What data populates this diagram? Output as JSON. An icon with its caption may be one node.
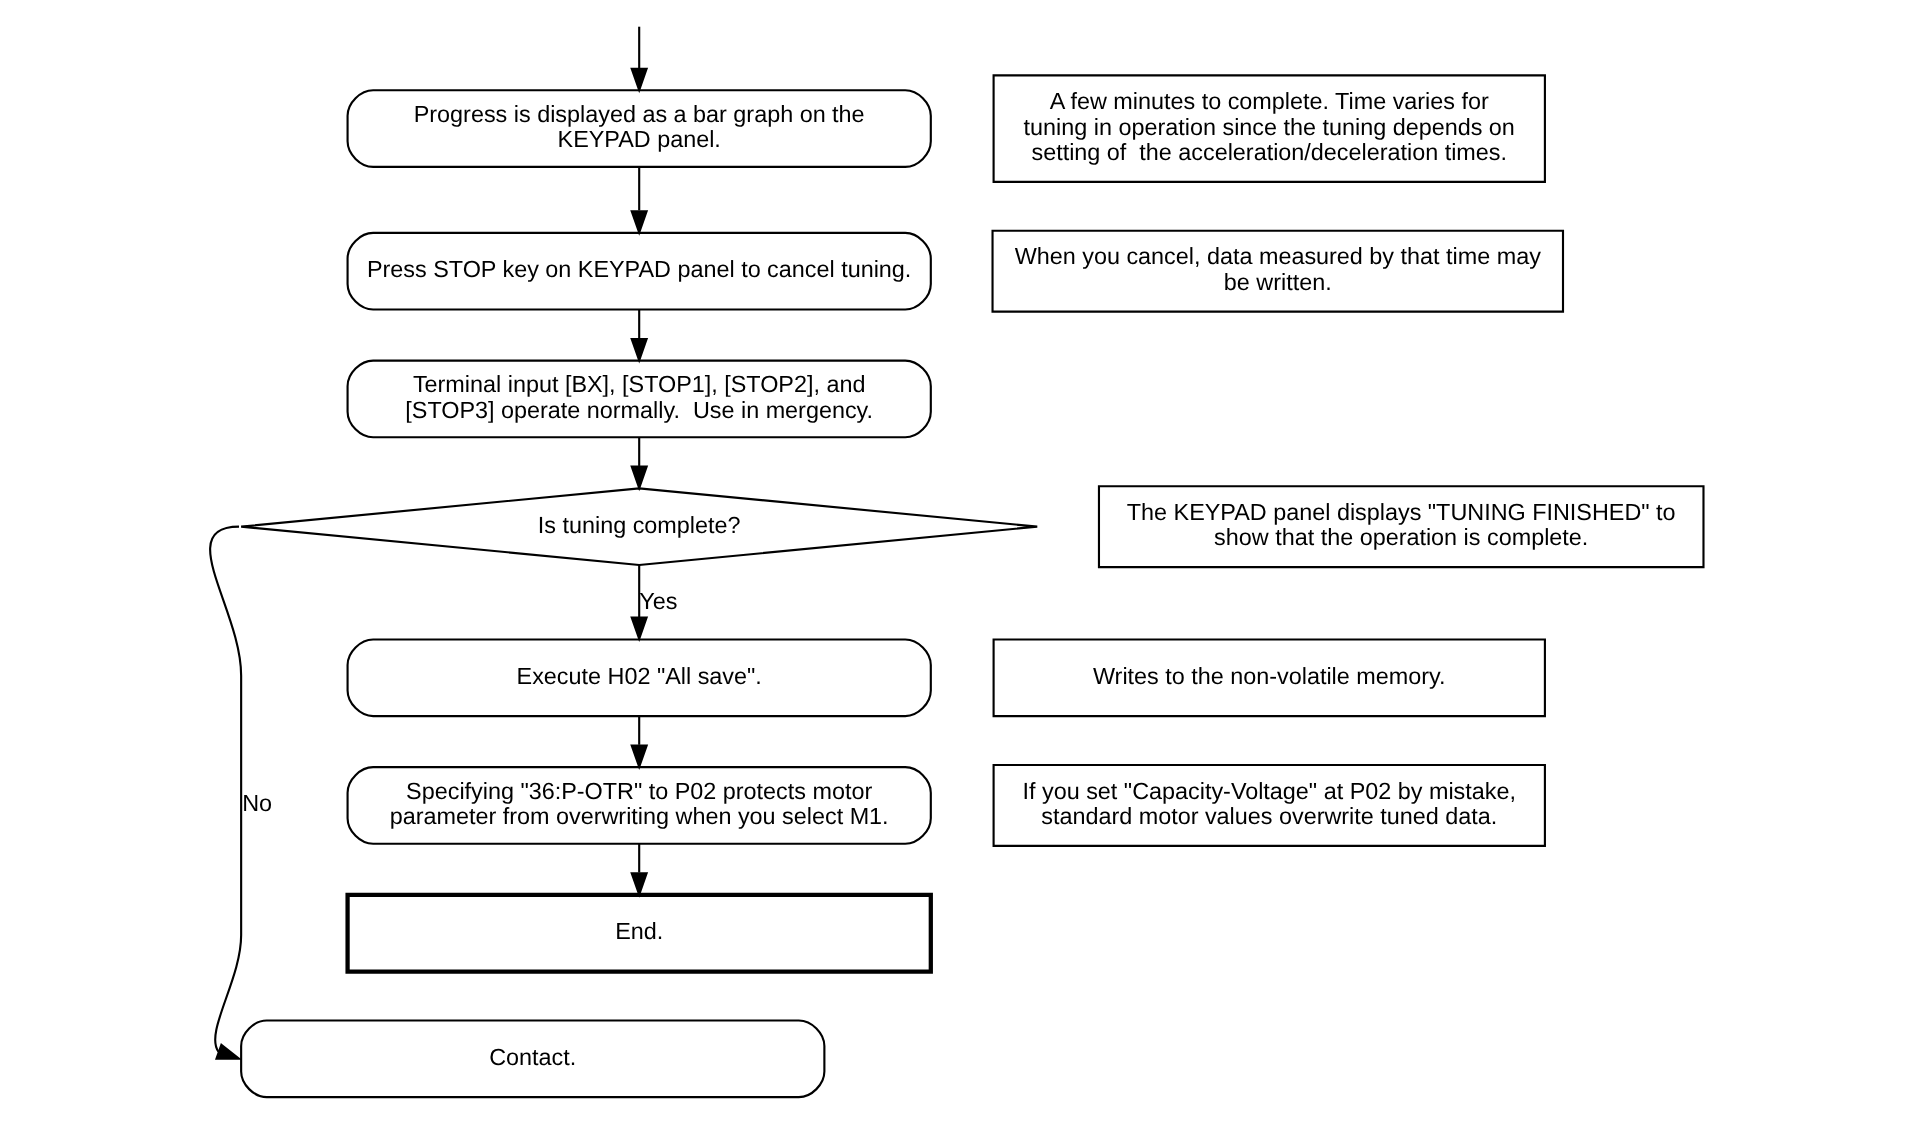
{
  "diagram": {
    "nodes": [
      {
        "text": [
          "Progress is displayed as a bar graph on the KEYPAD panel."
        ]
      },
      {
        "text": [
          "Press STOP key on KEYPAD panel to cancel tuning."
        ]
      },
      {
        "text": [
          "Terminal input [BX], [STOP1], [STOP2], and [STOP3] operate normally.  Use in mergency."
        ]
      },
      {
        "text": [
          "Is tuning complete?"
        ]
      },
      {
        "text": [
          "Execute H02 \"All save\"."
        ]
      },
      {
        "text": [
          "Specifying \"36:P-OTR\" to P02 protects motor parameter from overwriting when you select M1."
        ]
      },
      {
        "text": [
          "End."
        ]
      },
      {
        "text": [
          "Contact."
        ]
      },
      {
        "text": [
          "A few minutes to complete. Time varies for tuning in operation since the tuning depends on setting of  the acceleration/deceleration times."
        ]
      },
      {
        "text": [
          "When you cancel, data measured by that time may be written."
        ]
      },
      {
        "text": [
          "The KEYPAD panel displays \"TUNING FINISHED\" to show that the operation is complete."
        ]
      },
      {
        "text": [
          "Writes to the non-volatile memory."
        ]
      },
      {
        "text": [
          "If you set \"Capacity-Voltage\" at P02 by mistake, standard motor values overwrite tuned data."
        ]
      }
    ],
    "edges": [
      {
        "from": null,
        "to": 0,
        "arrow": "to"
      },
      {
        "from": 0,
        "to": 1,
        "arrow": "to"
      },
      {
        "from": 1,
        "to": 2,
        "arrow": "to"
      },
      {
        "from": 2,
        "to": 3,
        "arrow": "to"
      },
      {
        "from": 3,
        "to": 4,
        "arrow": "to",
        "label": "Yes"
      },
      {
        "from": 4,
        "to": 5,
        "arrow": "to"
      },
      {
        "from": 5,
        "to": 6,
        "arrow": "to"
      },
      {
        "from": 3,
        "to": 7,
        "arrow": "to",
        "label": "No"
      }
    ]
  }
}
